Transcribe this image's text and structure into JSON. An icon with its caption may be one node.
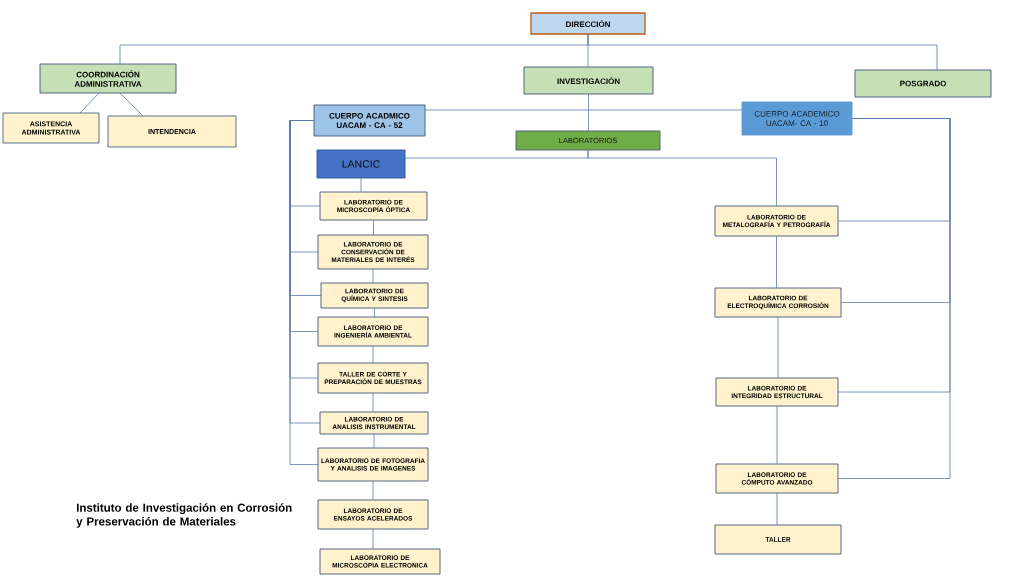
{
  "diagram": {
    "nodes": [
      {
        "text": [
          "DIRECCIÓN"
        ]
      },
      {
        "text": [
          "COORDINACIÓN ADMINISTRATIVA"
        ]
      },
      {
        "text": [
          "ASISTENCIA ADMINISTRATIVA"
        ]
      },
      {
        "text": [
          "INTENDENCIA"
        ]
      },
      {
        "text": [
          "INVESTIGACIÓN"
        ]
      },
      {
        "text": [
          "POSGRADO"
        ]
      },
      {
        "text": [
          "CUERPO ACADMICO UACAM - CA - 52"
        ]
      },
      {
        "text": [
          "LABORATORIOS"
        ]
      },
      {
        "text": [
          "CUERPO ACADEMICO UACAM- CA - 10"
        ]
      },
      {
        "text": [
          "LANCIC"
        ]
      },
      {
        "text": [
          "LABORATORIO DE MICROSCOPÍA ÓPTICA"
        ]
      },
      {
        "text": [
          "LABORATORIO DE CONSERVACIÓN DE MATERIALES DE INTERÉS"
        ]
      },
      {
        "text": [
          "LABORATORIO DE QUÍMICA Y SINTESIS"
        ]
      },
      {
        "text": [
          "LABORATORIO DE INGENIERÍA AMBIENTAL"
        ]
      },
      {
        "text": [
          "TALLER DE CORTE Y PREPARACIÓN DE MUESTRAS"
        ]
      },
      {
        "text": [
          "LABORATORIO DE ANALISIS INSTRUMENTAL"
        ]
      },
      {
        "text": [
          "LABORATORIO DE FOTOGRAFIA Y ANALISIS DE IMAGENES"
        ]
      },
      {
        "text": [
          "LABORATORIO DE ENSAYOS ACELERADOS"
        ]
      },
      {
        "text": [
          "LABORATORIO DE MICROSCOPIA ELECTRONICA"
        ]
      },
      {
        "text": [
          "LABORATORIO DE METALOGRAFÍA Y PETROGRAFÍA"
        ]
      },
      {
        "text": [
          "LABORATORIO DE ELECTROQUÍMICA CORROSIÓN"
        ]
      },
      {
        "text": [
          "LABORATORIO DE INTEGRIDAD ESTRUCTURAL"
        ]
      },
      {
        "text": [
          "LABORATORIO DE CÓMPUTO AVANZADO"
        ]
      },
      {
        "text": [
          "TALLER"
        ]
      }
    ],
    "edges": [
      {
        "from": 0,
        "to": 1,
        "arrow": "none"
      },
      {
        "from": 0,
        "to": 4,
        "arrow": "none"
      },
      {
        "from": 0,
        "to": 5,
        "arrow": "none"
      },
      {
        "from": 1,
        "to": 2,
        "arrow": "none"
      },
      {
        "from": 1,
        "to": 3,
        "arrow": "none"
      },
      {
        "from": 4,
        "to": 7,
        "arrow": "none"
      },
      {
        "from": 6,
        "to": 8,
        "arrow": "none"
      },
      {
        "from": 7,
        "to": 9,
        "arrow": "none"
      },
      {
        "from": 7,
        "to": 19,
        "arrow": "none"
      },
      {
        "from": 6,
        "to": 10,
        "arrow": "none"
      },
      {
        "from": 6,
        "to": 11,
        "arrow": "none"
      },
      {
        "from": 6,
        "to": 12,
        "arrow": "none"
      },
      {
        "from": 6,
        "to": 13,
        "arrow": "none"
      },
      {
        "from": 6,
        "to": 14,
        "arrow": "none"
      },
      {
        "from": 6,
        "to": 15,
        "arrow": "none"
      },
      {
        "from": 6,
        "to": 16,
        "arrow": "none"
      },
      {
        "from": 8,
        "to": 19,
        "arrow": "none"
      },
      {
        "from": 8,
        "to": 20,
        "arrow": "none"
      },
      {
        "from": 8,
        "to": 21,
        "arrow": "none"
      },
      {
        "from": 8,
        "to": 22,
        "arrow": "none"
      },
      {
        "from": 9,
        "to": 10,
        "arrow": "none"
      },
      {
        "from": 10,
        "to": 11,
        "arrow": "none"
      },
      {
        "from": 11,
        "to": 12,
        "arrow": "none"
      },
      {
        "from": 12,
        "to": 13,
        "arrow": "none"
      },
      {
        "from": 13,
        "to": 14,
        "arrow": "none"
      },
      {
        "from": 14,
        "to": 15,
        "arrow": "none"
      },
      {
        "from": 15,
        "to": 16,
        "arrow": "none"
      },
      {
        "from": 16,
        "to": 17,
        "arrow": "none"
      },
      {
        "from": 17,
        "to": 18,
        "arrow": "none"
      },
      {
        "from": 19,
        "to": 20,
        "arrow": "none"
      },
      {
        "from": 20,
        "to": 21,
        "arrow": "none"
      },
      {
        "from": 21,
        "to": 22,
        "arrow": "none"
      },
      {
        "from": 22,
        "to": 23,
        "arrow": "none"
      }
    ],
    "labels": [
      "Instituto de Investigación en Corrosión y Preservación de Materiales"
    ]
  }
}
